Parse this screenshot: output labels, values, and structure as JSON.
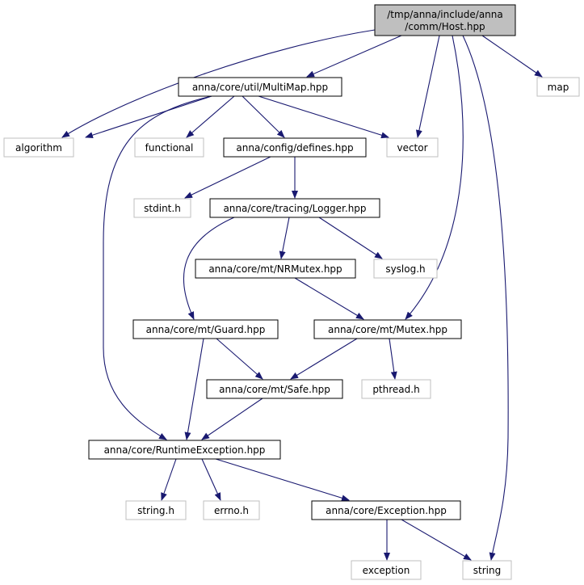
{
  "colors": {
    "edge": "#191970",
    "root_fill": "#bfbfbf",
    "root_border": "#000000",
    "file_fill": "#ffffff",
    "file_border": "#000000",
    "system_border": "#bfbfbf",
    "system_text": "#404040"
  },
  "nodes": [
    {
      "id": "host",
      "kind": "root",
      "lines": [
        "/tmp/anna/include/anna",
        "/comm/Host.hpp"
      ]
    },
    {
      "id": "multimap",
      "kind": "file",
      "lines": [
        "anna/core/util/MultiMap.hpp"
      ]
    },
    {
      "id": "map",
      "kind": "system",
      "lines": [
        "map"
      ]
    },
    {
      "id": "algorithm",
      "kind": "system",
      "lines": [
        "algorithm"
      ]
    },
    {
      "id": "functional",
      "kind": "system",
      "lines": [
        "functional"
      ]
    },
    {
      "id": "defines",
      "kind": "file",
      "lines": [
        "anna/config/defines.hpp"
      ]
    },
    {
      "id": "vector",
      "kind": "system",
      "lines": [
        "vector"
      ]
    },
    {
      "id": "stdint",
      "kind": "system",
      "lines": [
        "stdint.h"
      ]
    },
    {
      "id": "logger",
      "kind": "file",
      "lines": [
        "anna/core/tracing/Logger.hpp"
      ]
    },
    {
      "id": "nrmutex",
      "kind": "file",
      "lines": [
        "anna/core/mt/NRMutex.hpp"
      ]
    },
    {
      "id": "syslog",
      "kind": "system",
      "lines": [
        "syslog.h"
      ]
    },
    {
      "id": "guard",
      "kind": "file",
      "lines": [
        "anna/core/mt/Guard.hpp"
      ]
    },
    {
      "id": "mutex",
      "kind": "file",
      "lines": [
        "anna/core/mt/Mutex.hpp"
      ]
    },
    {
      "id": "safe",
      "kind": "file",
      "lines": [
        "anna/core/mt/Safe.hpp"
      ]
    },
    {
      "id": "pthread",
      "kind": "system",
      "lines": [
        "pthread.h"
      ]
    },
    {
      "id": "runtime",
      "kind": "file",
      "lines": [
        "anna/core/RuntimeException.hpp"
      ]
    },
    {
      "id": "stringh",
      "kind": "system",
      "lines": [
        "string.h"
      ]
    },
    {
      "id": "errno",
      "kind": "system",
      "lines": [
        "errno.h"
      ]
    },
    {
      "id": "exception_hpp",
      "kind": "file",
      "lines": [
        "anna/core/Exception.hpp"
      ]
    },
    {
      "id": "exception",
      "kind": "system",
      "lines": [
        "exception"
      ]
    },
    {
      "id": "string",
      "kind": "system",
      "lines": [
        "string"
      ]
    }
  ],
  "edges": [
    {
      "from": "host",
      "to": "multimap"
    },
    {
      "from": "host",
      "to": "algorithm"
    },
    {
      "from": "host",
      "to": "vector"
    },
    {
      "from": "host",
      "to": "map"
    },
    {
      "from": "host",
      "to": "mutex"
    },
    {
      "from": "host",
      "to": "string"
    },
    {
      "from": "multimap",
      "to": "algorithm"
    },
    {
      "from": "multimap",
      "to": "functional"
    },
    {
      "from": "multimap",
      "to": "defines"
    },
    {
      "from": "multimap",
      "to": "vector"
    },
    {
      "from": "multimap",
      "to": "runtime"
    },
    {
      "from": "defines",
      "to": "stdint"
    },
    {
      "from": "defines",
      "to": "logger"
    },
    {
      "from": "logger",
      "to": "nrmutex"
    },
    {
      "from": "logger",
      "to": "syslog"
    },
    {
      "from": "logger",
      "to": "guard"
    },
    {
      "from": "nrmutex",
      "to": "mutex"
    },
    {
      "from": "guard",
      "to": "safe"
    },
    {
      "from": "guard",
      "to": "runtime"
    },
    {
      "from": "mutex",
      "to": "safe"
    },
    {
      "from": "mutex",
      "to": "pthread"
    },
    {
      "from": "safe",
      "to": "runtime"
    },
    {
      "from": "runtime",
      "to": "stringh"
    },
    {
      "from": "runtime",
      "to": "errno"
    },
    {
      "from": "runtime",
      "to": "exception_hpp"
    },
    {
      "from": "exception_hpp",
      "to": "exception"
    },
    {
      "from": "exception_hpp",
      "to": "string"
    }
  ]
}
